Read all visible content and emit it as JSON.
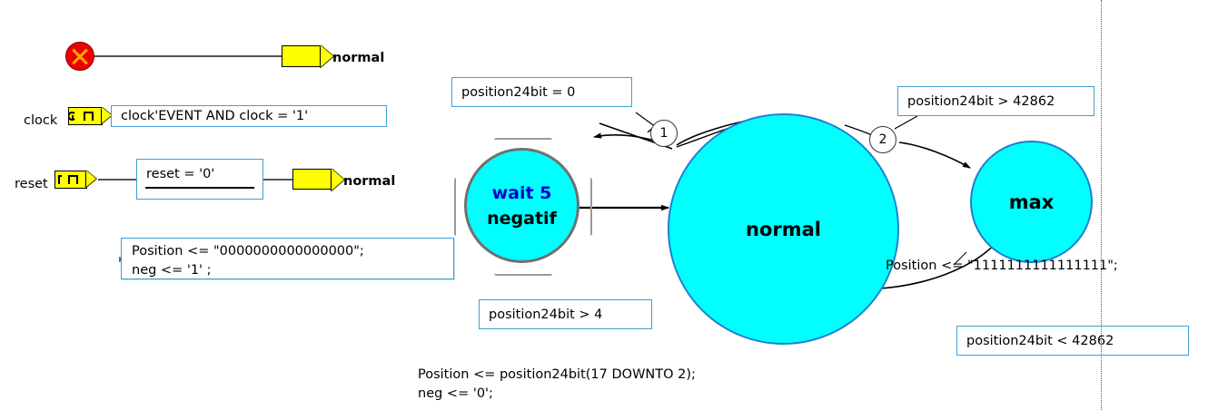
{
  "diagram": {
    "title": "VHDL state machine diagram",
    "colors": {
      "state_fill": "#00ffff",
      "state_border": "#1f7fd0",
      "box_border": "#3f9fd4",
      "signal_fill": "#ffff00",
      "start_node": "#ee0000",
      "selection": "#9a9a9a"
    },
    "start": {
      "node_name": "start-node",
      "target_label": "normal"
    },
    "signals": [
      {
        "name": "clock",
        "label": "clock",
        "icon": "rising-edge-icon",
        "condition": "clock'EVENT AND clock = '1'"
      },
      {
        "name": "reset",
        "label": "reset",
        "icon": "pulse-icon",
        "condition": "reset = '0'",
        "target_label": "normal"
      }
    ],
    "reset_action": {
      "line1": "Position <= \"0000000000000000\";",
      "line2": "neg <= '1' ;"
    },
    "states": [
      {
        "id": "wait5",
        "line1": "wait 5",
        "line2": "negatif",
        "selected": true
      },
      {
        "id": "normal",
        "line1": "normal",
        "line2": "",
        "selected": false
      },
      {
        "id": "max",
        "line1": "max",
        "line2": "",
        "selected": false
      }
    ],
    "conditions": [
      {
        "id": "cond-position-eq-0",
        "text": "position24bit = 0"
      },
      {
        "id": "cond-position-gt-4",
        "text": "position24bit > 4"
      },
      {
        "id": "cond-position-gt-42862",
        "text": "position24bit > 42862"
      },
      {
        "id": "cond-position-lt-42862",
        "text": "position24bit < 42862"
      }
    ],
    "transition_numbers": [
      {
        "id": "transition-1",
        "label": "1"
      },
      {
        "id": "transition-2",
        "label": "2"
      }
    ],
    "max_action": "Position <= \"1111111111111111\";",
    "normal_action": {
      "line1": "Position <= position24bit(17 DOWNTO 2);",
      "line2": "neg <= '0';"
    }
  }
}
